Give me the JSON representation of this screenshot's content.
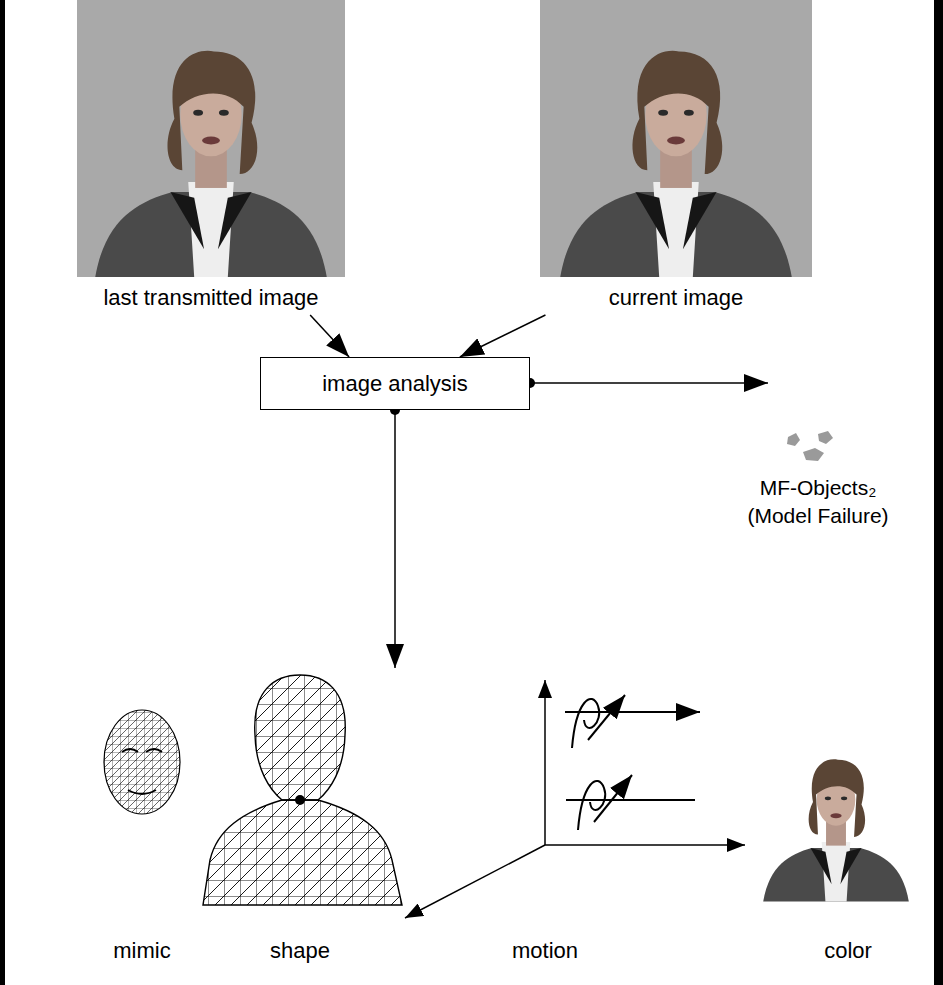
{
  "diagram": {
    "nodes": [
      {
        "text": [
          "last transmitted image"
        ]
      },
      {
        "text": [
          "current image"
        ]
      },
      {
        "text": [
          "image analysis"
        ]
      }
    ],
    "edges": [
      {
        "from": 0,
        "to": 2,
        "arrow": "to"
      },
      {
        "from": 1,
        "to": 2,
        "arrow": "to"
      }
    ],
    "labels": [
      "MF-Objects₂",
      "(Model Failure)",
      "mimic",
      "shape",
      "motion",
      "color"
    ]
  }
}
